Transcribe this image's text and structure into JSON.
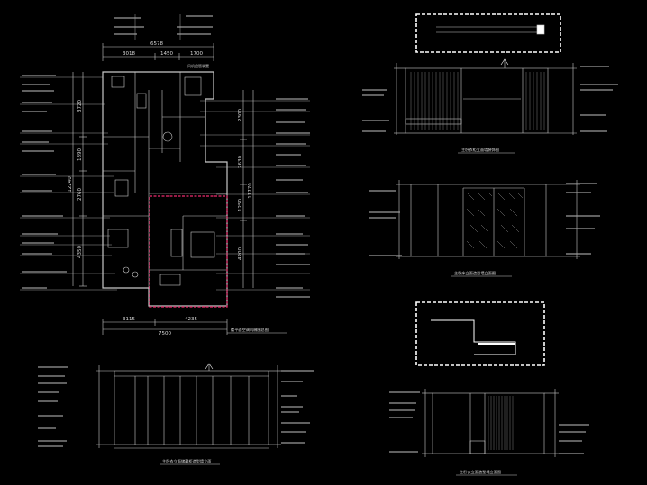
{
  "sheet": {
    "background": "#000000",
    "line_color": "#c8c8c8",
    "highlight_color": "#c8245c"
  },
  "plan": {
    "top_dimensions": {
      "total": "6578",
      "segments": [
        "3018",
        "1450",
        "1700"
      ]
    },
    "left_dimensions": [
      "3720",
      "1890",
      "2760",
      "12240",
      "4350"
    ],
    "right_dimensions": [
      "2300",
      "2630",
      "11770",
      "1250",
      "4200"
    ],
    "bottom_dimensions": {
      "segments": [
        "3115",
        "4235"
      ],
      "total": "7500"
    },
    "top_note": "风机盘管装置",
    "title": "楼平面空调机械图总图"
  },
  "elevations": {
    "top_right_title": "主卧衣柜立面墙装饰图",
    "mid_right_title": "主卧床立面造型墙立面图",
    "bottom_left_title": "主卧衣立面储藏柜造型墙立面",
    "bottom_right_title": "主卧衣立面造型墙立面图"
  }
}
